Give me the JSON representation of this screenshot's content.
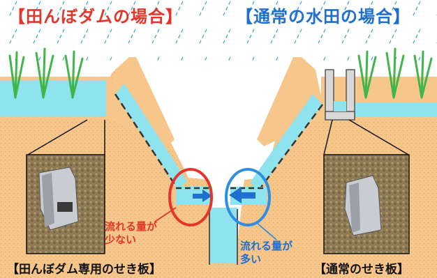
{
  "titles": {
    "left": "【田んぼダムの場合】",
    "right": "【通常の水田の場合】"
  },
  "annotations": {
    "left": {
      "line1": "流れる量が",
      "line2": "少ない"
    },
    "right": {
      "line1": "流れる量が",
      "line2": "多い"
    }
  },
  "captions": {
    "left": "【田んぼダム専用のせき板】",
    "right": "【通常のせき板】"
  },
  "colors": {
    "soil": "#f6c68a",
    "water": "#8fe3ee",
    "red_accent": "#e5342a",
    "blue_accent": "#1e6fd0",
    "grass": "#3fb54a"
  },
  "icons": {
    "flow_arrow_left": "arrow-right",
    "flow_arrow_right": "arrow-left"
  }
}
